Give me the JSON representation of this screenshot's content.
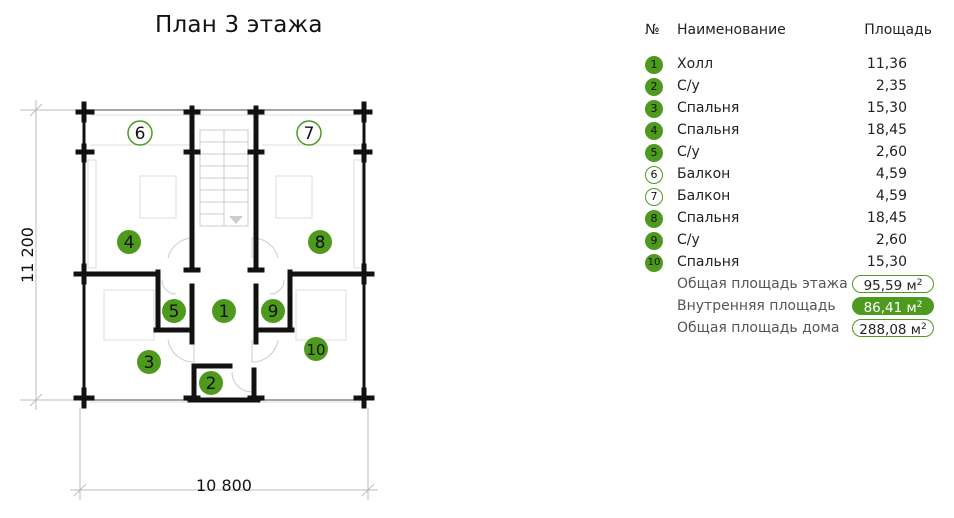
{
  "title": "План 3 этажа",
  "dimensions": {
    "width": "10 800",
    "height": "11 200"
  },
  "colors": {
    "accent": "#4e9a1e",
    "wall": "#111111"
  },
  "table": {
    "headers": {
      "num": "№",
      "name": "Наименование",
      "area": "Площадь"
    },
    "rooms": [
      {
        "num": "1",
        "name": "Холл",
        "area": "11,36",
        "style": "filled"
      },
      {
        "num": "2",
        "name": "С/у",
        "area": "2,35",
        "style": "filled"
      },
      {
        "num": "3",
        "name": "Спальня",
        "area": "15,30",
        "style": "filled"
      },
      {
        "num": "4",
        "name": "Спальня",
        "area": "18,45",
        "style": "filled"
      },
      {
        "num": "5",
        "name": "С/у",
        "area": "2,60",
        "style": "filled"
      },
      {
        "num": "6",
        "name": "Балкон",
        "area": "4,59",
        "style": "outlined"
      },
      {
        "num": "7",
        "name": "Балкон",
        "area": "4,59",
        "style": "outlined"
      },
      {
        "num": "8",
        "name": "Спальня",
        "area": "18,45",
        "style": "filled"
      },
      {
        "num": "9",
        "name": "С/у",
        "area": "2,60",
        "style": "filled"
      },
      {
        "num": "10",
        "name": "Спальня",
        "area": "15,30",
        "style": "filled"
      }
    ],
    "totals": [
      {
        "label": "Общая площадь этажа",
        "value": "95,59 м",
        "unit_sup": "2",
        "style": "outlined"
      },
      {
        "label": "Внутренняя площадь",
        "value": "86,41 м",
        "unit_sup": "2",
        "style": "filled"
      },
      {
        "label": "Общая площадь дома",
        "value": "288,08 м",
        "unit_sup": "2",
        "style": "outlined"
      }
    ]
  }
}
